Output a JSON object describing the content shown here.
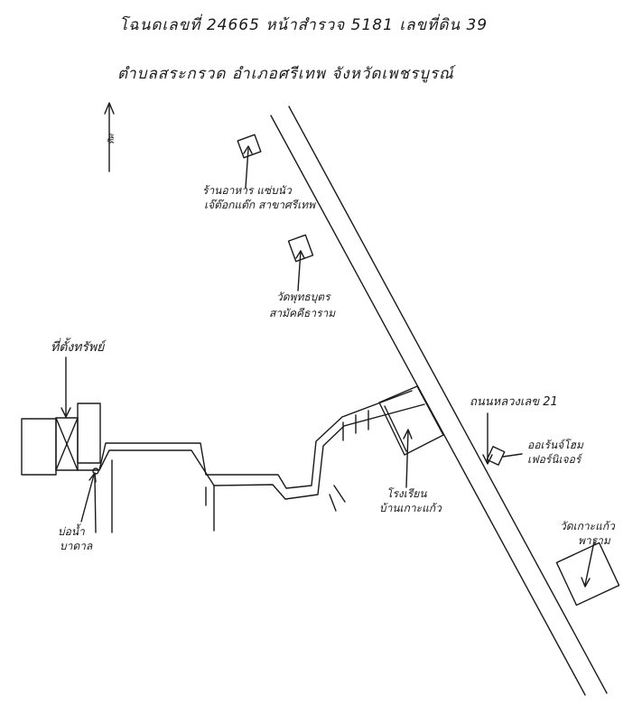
{
  "header": {
    "line1": "โฉนดเลขที่ 24665 หน้าสำรวจ 5181 เลขที่ดิน 39",
    "line2": "ตำบลสระกรวด อำเภอศรีเทพ จังหวัดเพชรบูรณ์"
  },
  "north_label": "ทิศ",
  "labels": {
    "restaurant_l1": "ร้านอาหาร แซ่บนัว",
    "restaurant_l2": "เจ๊ต๊อกแต๊ก สาขาศรีเทพ",
    "temple1_l1": "วัดพุทธบุตร",
    "temple1_l2": "สามัคคีธาราม",
    "parcel": "ที่ตั้งทรัพย์",
    "well_l1": "บ่อน้ำ",
    "well_l2": "บาดาล",
    "school_l1": "โรงเรียน",
    "school_l2": "บ้านเกาะแก้ว",
    "highway": "ถนนหลวงเลข 21",
    "store_l1": "ออเร้นจ์โฮม",
    "store_l2": "เฟอร์นิเจอร์",
    "temple2_l1": "วัดเกาะแก้ว",
    "temple2_l2": "พาราม"
  },
  "colors": {
    "ink": "#1a1a1a",
    "paper": "#ffffff"
  }
}
